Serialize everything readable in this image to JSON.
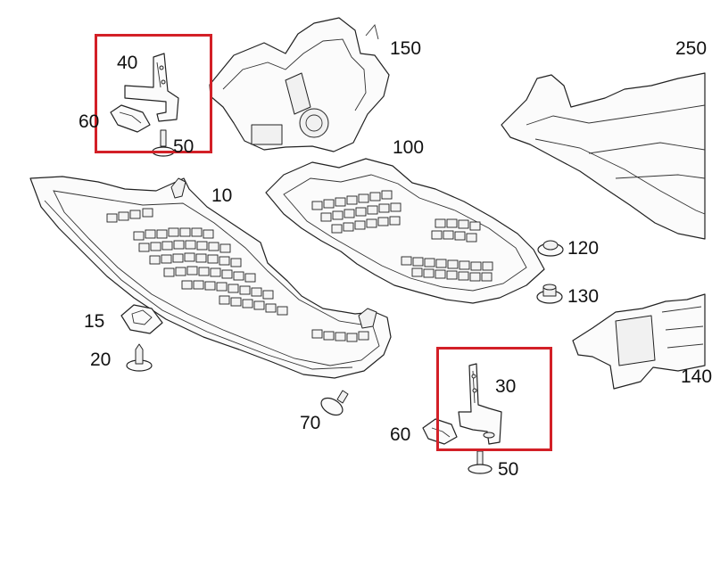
{
  "labels": {
    "l10": "10",
    "l15": "15",
    "l20": "20",
    "l30": "30",
    "l40": "40",
    "l50a": "50",
    "l50b": "50",
    "l60a": "60",
    "l60b": "60",
    "l70": "70",
    "l100": "100",
    "l120": "120",
    "l130": "130",
    "l140": "140",
    "l150": "150",
    "l250": "250"
  },
  "colors": {
    "highlight": "#d32027",
    "line": "#222222"
  }
}
